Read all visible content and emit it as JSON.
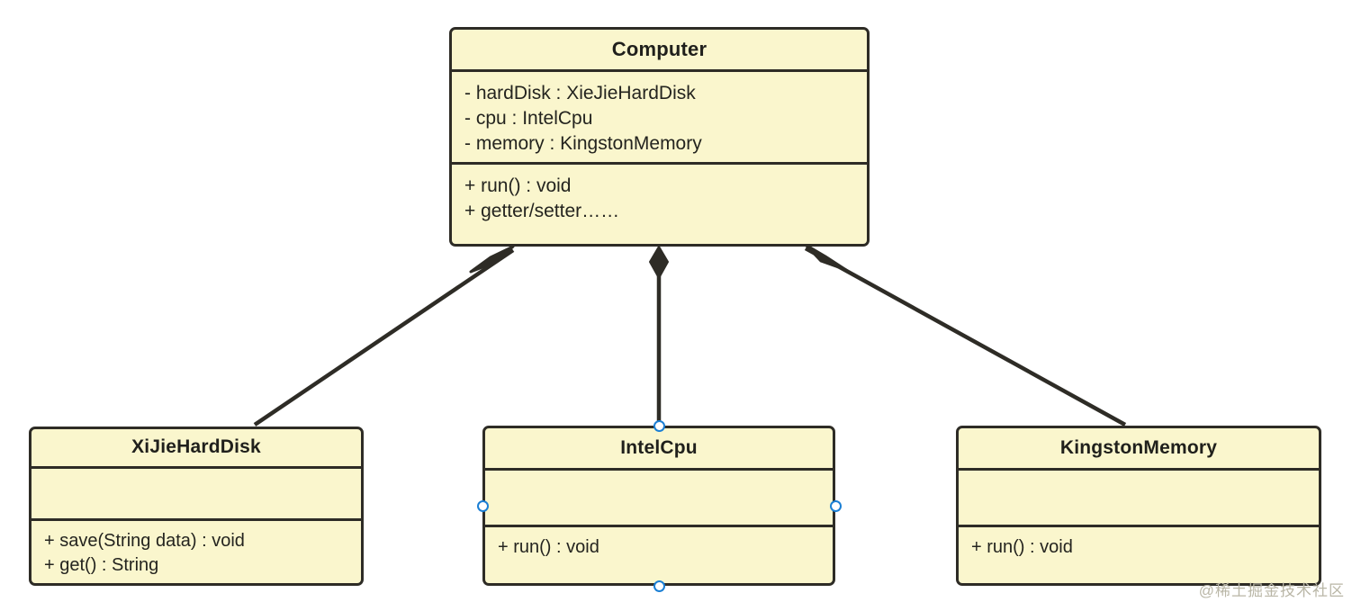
{
  "diagram": {
    "type": "uml-class-diagram",
    "background_color": "#ffffff",
    "class_fill_color": "#faf6cd",
    "class_border_color": "#2e2c26",
    "selection_handle_color": "#1b7fd4",
    "relationship_type": "composition",
    "watermark": "@稀土掘金技术社区"
  },
  "classes": {
    "computer": {
      "name": "Computer",
      "attributes": [
        "- hardDisk : XieJieHardDisk",
        "- cpu : IntelCpu",
        "- memory : KingstonMemory"
      ],
      "operations": [
        "+ run() : void",
        "+ getter/setter……"
      ]
    },
    "harddisk": {
      "name": "XiJieHardDisk",
      "attributes": [],
      "operations": [
        "+ save(String data) : void",
        "+ get() : String"
      ]
    },
    "cpu": {
      "name": "IntelCpu",
      "attributes": [],
      "operations": [
        "+ run() : void"
      ],
      "selected": true
    },
    "memory": {
      "name": "KingstonMemory",
      "attributes": [],
      "operations": [
        "+ run() : void"
      ]
    }
  },
  "relationships": [
    {
      "from": "computer",
      "to": "harddisk",
      "kind": "composition"
    },
    {
      "from": "computer",
      "to": "cpu",
      "kind": "composition"
    },
    {
      "from": "computer",
      "to": "memory",
      "kind": "composition"
    }
  ]
}
